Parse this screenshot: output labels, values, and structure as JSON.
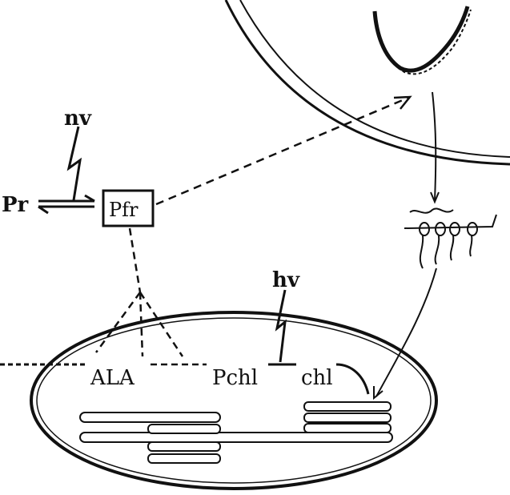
{
  "labels": {
    "light_top": "nv",
    "pr": "Pr",
    "pfr": "Pfr",
    "light_bottom": "hv",
    "ala": "ALA",
    "pchl": "Pchl",
    "chl": "chl"
  }
}
